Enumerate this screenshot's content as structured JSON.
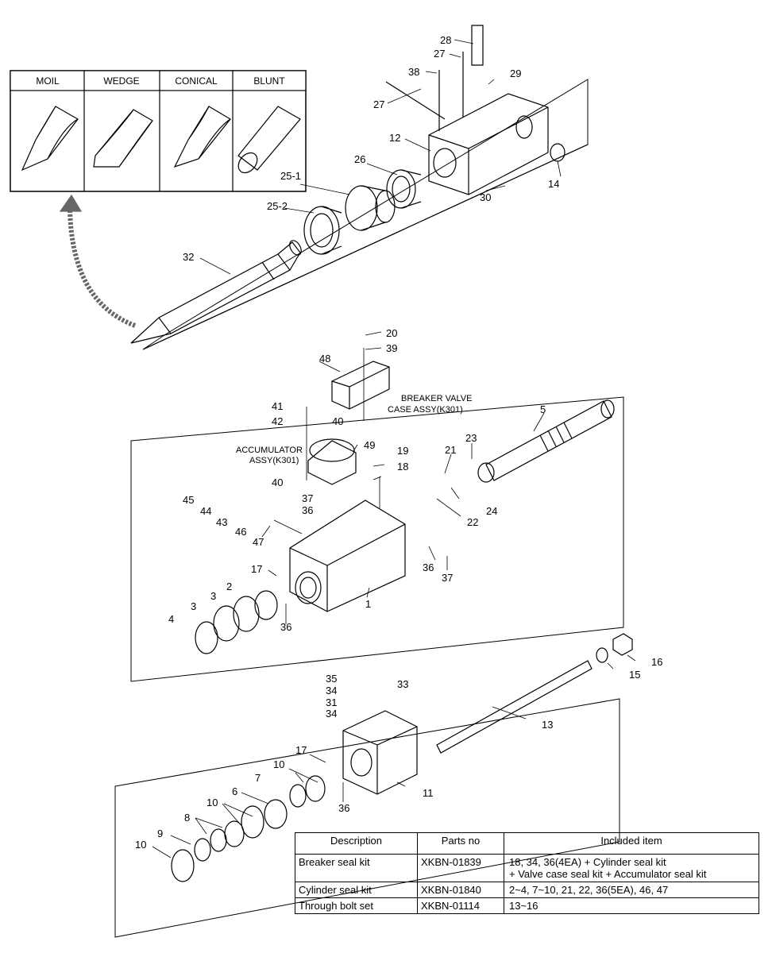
{
  "tool_panel": {
    "headers": [
      "MOIL",
      "WEDGE",
      "CONICAL",
      "BLUNT"
    ]
  },
  "annotations": {
    "breaker_valve_line1": "BREAKER VALVE",
    "breaker_valve_line2": "CASE ASSY(K301)",
    "accumulator_line1": "ACCUMULATOR",
    "accumulator_line2": "ASSY(K301)"
  },
  "part_numbers": {
    "p28": "28",
    "p27a": "27",
    "p38": "38",
    "p29": "29",
    "p27b": "27",
    "p12": "12",
    "p14": "14",
    "p30": "30",
    "p26": "26",
    "p25_1": "25-1",
    "p25_2": "25-2",
    "p32": "32",
    "p20": "20",
    "p39": "39",
    "p48": "48",
    "p41": "41",
    "p42": "42",
    "p40a": "40",
    "p49": "49",
    "p40b": "40",
    "p19": "19",
    "p18": "18",
    "p23": "23",
    "p21": "21",
    "p5": "5",
    "p24": "24",
    "p22": "22",
    "p45": "45",
    "p44": "44",
    "p43": "43",
    "p46": "46",
    "p47": "47",
    "p37a": "37",
    "p36a": "36",
    "p36b": "36",
    "p37b": "37",
    "p17a": "17",
    "p1": "1",
    "p2": "2",
    "p3a": "3",
    "p3b": "3",
    "p4": "4",
    "p36c": "36",
    "p16": "16",
    "p15": "15",
    "p35": "35",
    "p34a": "34",
    "p33": "33",
    "p31": "31",
    "p34b": "34",
    "p13": "13",
    "p17b": "17",
    "p10a": "10",
    "p7": "7",
    "p6": "6",
    "p10b": "10",
    "p8": "8",
    "p9": "9",
    "p10c": "10",
    "p11": "11",
    "p36d": "36"
  },
  "table": {
    "headers": {
      "description": "Description",
      "parts_no": "Parts no",
      "included": "Included item"
    },
    "rows": [
      {
        "description": "Breaker seal kit",
        "parts_no": "XKBN-01839",
        "included_line1": "18, 34, 36(4EA) + Cylinder seal kit",
        "included_line2": "+ Valve case seal kit + Accumulator seal kit"
      },
      {
        "description": "Cylinder seal kit",
        "parts_no": "XKBN-01840",
        "included_line1": "2~4, 7~10, 21, 22, 36(5EA), 46, 47",
        "included_line2": ""
      },
      {
        "description": "Through bolt set",
        "parts_no": "XKBN-01114",
        "included_line1": "13~16",
        "included_line2": ""
      }
    ]
  }
}
